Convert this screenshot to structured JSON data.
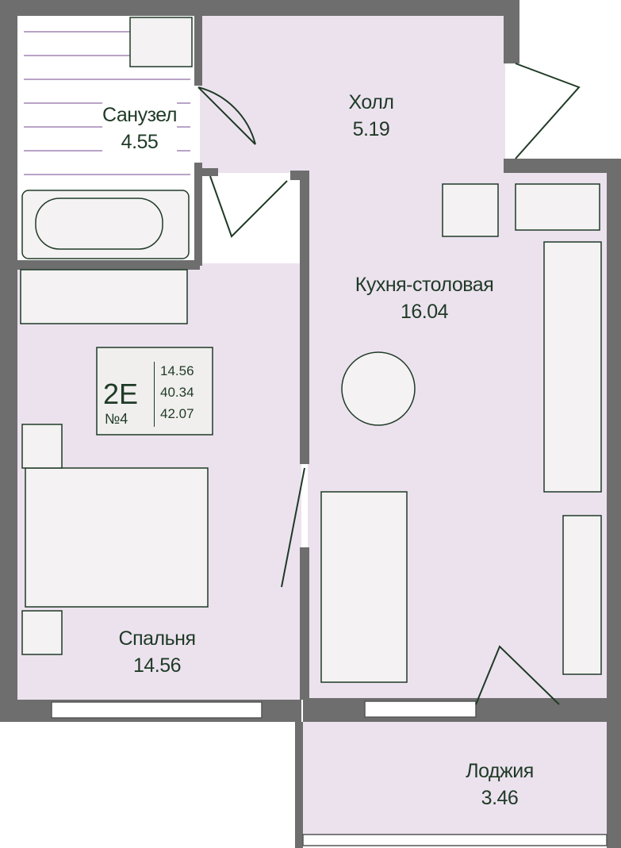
{
  "rooms": [
    {
      "name": "Санузел",
      "area": "4.55"
    },
    {
      "name": "Холл",
      "area": "5.19"
    },
    {
      "name": "Кухня-столовая",
      "area": "16.04"
    },
    {
      "name": "Спальня",
      "area": "14.56"
    },
    {
      "name": "Лоджия",
      "area": "3.46"
    }
  ],
  "apartment": {
    "type": "2E",
    "number": "№4",
    "living_area": "14.56",
    "total_area": "40.34",
    "area_with_loggia": "42.07"
  },
  "colors": {
    "wall": "#6e6e6e",
    "floor": "#ece2ee",
    "text": "#1f3a26",
    "furniture": "#f0efee"
  }
}
